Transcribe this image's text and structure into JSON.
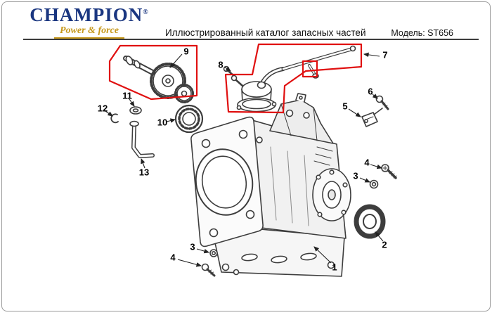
{
  "page": {
    "brand": "CHAMPION",
    "brand_reg": "®",
    "tagline": "Power & force",
    "title": "Иллюстрированный каталог запасных частей",
    "model": "Модель: ST656"
  },
  "diagram": {
    "callouts": {
      "c1": "1",
      "c2": "2",
      "c3_right": "3",
      "c3_left": "3",
      "c4_right": "4",
      "c4_left": "4",
      "c5": "5",
      "c6": "6",
      "c7": "7",
      "c8": "8",
      "c9": "9",
      "c10": "10",
      "c11": "11",
      "c12": "12",
      "c13": "13"
    },
    "colors": {
      "highlight_red": "#e01010",
      "brand_blue": "#1a3680",
      "brand_gold": "#c6981b"
    }
  }
}
